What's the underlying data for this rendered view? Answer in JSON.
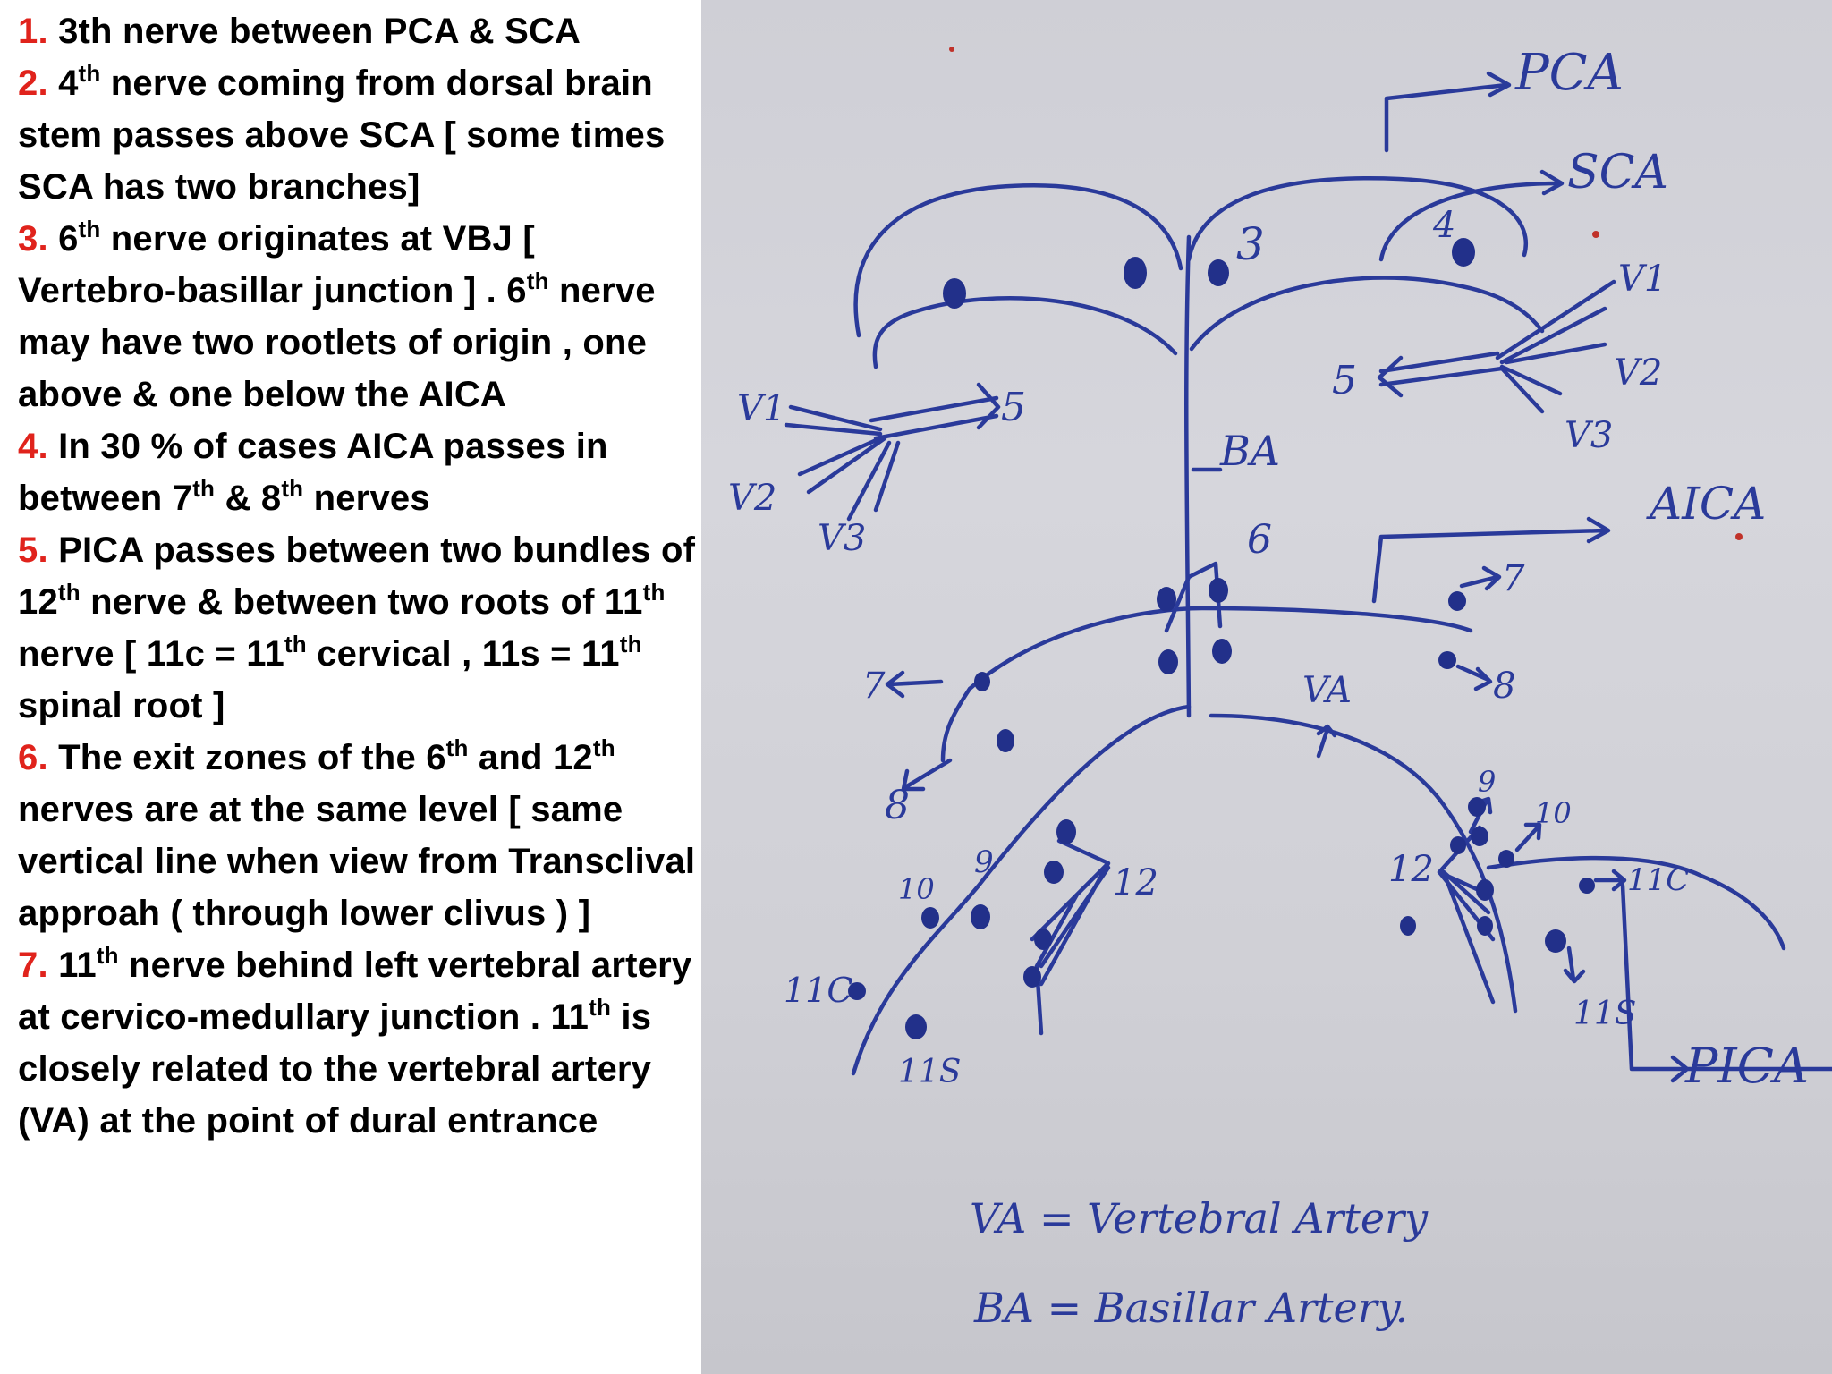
{
  "notes": [
    {
      "num": "1.",
      "parts": [
        {
          "t": " 3th nerve between PCA & SCA"
        }
      ]
    },
    {
      "num": "2.",
      "parts": [
        {
          "t": " 4"
        },
        {
          "sup": "th"
        },
        {
          "t": " nerve coming from dorsal brain stem passes above SCA [ some times SCA has two branches]"
        }
      ]
    },
    {
      "num": "3.",
      "parts": [
        {
          "t": " 6"
        },
        {
          "sup": "th"
        },
        {
          "t": " nerve originates  at VBJ [ Vertebro-basillar junction  ]  . 6"
        },
        {
          "sup": "th"
        },
        {
          "t": " nerve may  have two rootlets of origin , one above & one below the AICA"
        }
      ]
    },
    {
      "num": "4.",
      "parts": [
        {
          "t": " In 30 % of cases AICA passes in between 7"
        },
        {
          "sup": "th"
        },
        {
          "t": " & 8"
        },
        {
          "sup": "th"
        },
        {
          "t": " nerves"
        }
      ]
    },
    {
      "num": "5.",
      "parts": [
        {
          "t": " PICA passes between two bundles of 12"
        },
        {
          "sup": "th"
        },
        {
          "t": " nerve & between two roots of 11"
        },
        {
          "sup": "th"
        },
        {
          "t": " nerve [ 11c = 11"
        },
        {
          "sup": "th"
        },
        {
          "t": " cervical , 11s = 11"
        },
        {
          "sup": "th"
        },
        {
          "t": " spinal root ]"
        }
      ]
    },
    {
      "num": "6.",
      "parts": [
        {
          "t": " The exit zones of the 6"
        },
        {
          "sup": "th"
        },
        {
          "t": " and 12"
        },
        {
          "sup": "th"
        },
        {
          "t": " nerves are at the same level [ same vertical line when view from Transclival approah ( through lower clivus ) ]"
        }
      ]
    },
    {
      "num": "7.",
      "parts": [
        {
          "t": " 11"
        },
        {
          "sup": "th"
        },
        {
          "t": " nerve behind left vertebral artery at cervico-medullary junction . 11"
        },
        {
          "sup": "th"
        },
        {
          "t": " is closely related to the vertebral artery (VA) at the point of dural entrance"
        }
      ]
    }
  ],
  "diagram_labels": {
    "pca": "PCA",
    "sca": "SCA",
    "aica": "AICA",
    "pica": "PICA",
    "ba": "BA",
    "va": "VA",
    "n3": "3",
    "n4": "4",
    "n5_left": "5",
    "n5_right": "5",
    "v1_left": "V1",
    "v2_left": "V2",
    "v3_left": "V3",
    "v1_right": "V1",
    "v2_right": "V2",
    "v3_right": "V3",
    "n6": "6",
    "n7_left": "7",
    "n7_right": "7",
    "n8_left": "8",
    "n8_right": "8",
    "n9_left": "9",
    "n10_left": "10",
    "n9_right": "9",
    "n10_right": "10",
    "n12_left": "12",
    "n12_right": "12",
    "n11c_left": "11C",
    "n11s_left": "11S",
    "n11c_right": "11C",
    "n11s_right": "11S"
  },
  "legend": {
    "va_line": "VA = Vertebral Artery",
    "ba_line": "BA = Basillar Artery."
  },
  "colors": {
    "number_red": "#e0231c",
    "ink_blue": "#2a3a9a",
    "paper": "#d2d2d8"
  }
}
